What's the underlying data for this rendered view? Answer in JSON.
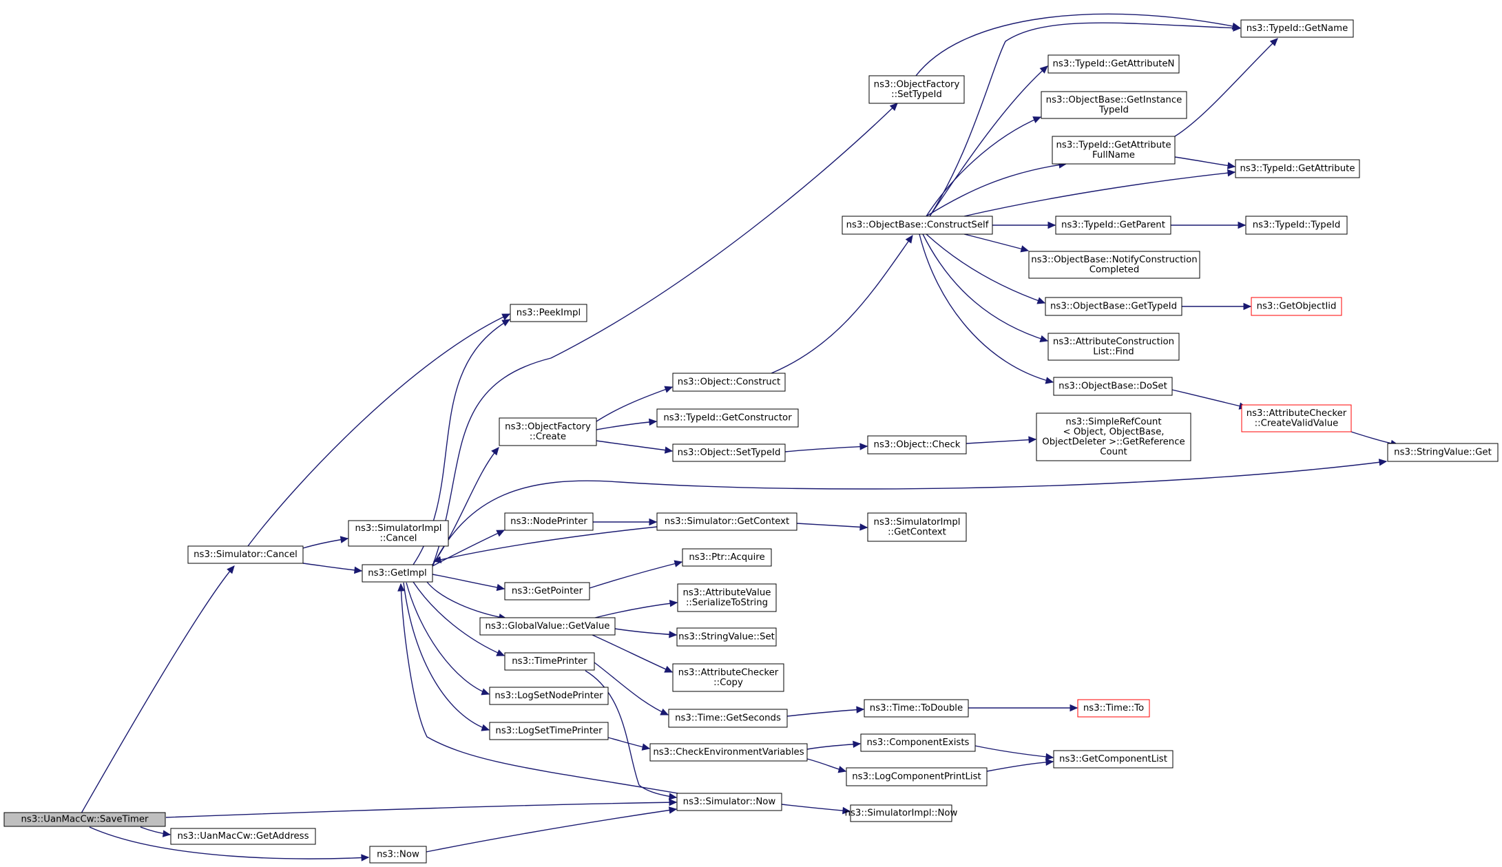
{
  "colors": {
    "edge": "#191970",
    "root_fill": "#bfbfbf",
    "missing_border": "#ff0000"
  },
  "nodes": {
    "save_timer": [
      "ns3::UanMacCw::SaveTimer"
    ],
    "get_address": [
      "ns3::UanMacCw::GetAddress"
    ],
    "ns3_now": [
      "ns3::Now"
    ],
    "sim_cancel": [
      "ns3::Simulator::Cancel"
    ],
    "sim_now": [
      "ns3::Simulator::Now"
    ],
    "simimpl_now": [
      "ns3::SimulatorImpl::Now"
    ],
    "peek_impl": [
      "ns3::PeekImpl"
    ],
    "simimpl_cancel": [
      "ns3::SimulatorImpl",
      "::Cancel"
    ],
    "get_impl": [
      "ns3::GetImpl"
    ],
    "objfactory_settypeid": [
      "ns3::ObjectFactory",
      "::SetTypeId"
    ],
    "typeid_getname": [
      "ns3::TypeId::GetName"
    ],
    "objfactory_create": [
      "ns3::ObjectFactory",
      "::Create"
    ],
    "object_construct": [
      "ns3::Object::Construct"
    ],
    "typeid_getconstructor": [
      "ns3::TypeId::GetConstructor"
    ],
    "object_settypeid": [
      "ns3::Object::SetTypeId"
    ],
    "object_check": [
      "ns3::Object::Check"
    ],
    "simplerefcount": [
      "ns3::SimpleRefCount",
      "< Object, ObjectBase,",
      "ObjectDeleter >::GetReference",
      "Count"
    ],
    "stringvalue_get": [
      "ns3::StringValue::Get"
    ],
    "nodeprinter": [
      "ns3::NodePrinter"
    ],
    "sim_getcontext": [
      "ns3::Simulator::GetContext"
    ],
    "simimpl_getcontext": [
      "ns3::SimulatorImpl",
      "::GetContext"
    ],
    "getpointer": [
      "ns3::GetPointer"
    ],
    "ptr_acquire": [
      "ns3::Ptr::Acquire"
    ],
    "globalvalue_getvalue": [
      "ns3::GlobalValue::GetValue"
    ],
    "attrvalue_serialize": [
      "ns3::AttributeValue",
      "::SerializeToString"
    ],
    "stringvalue_set": [
      "ns3::StringValue::Set"
    ],
    "attrchecker_copy": [
      "ns3::AttributeChecker",
      "::Copy"
    ],
    "timeprinter": [
      "ns3::TimePrinter"
    ],
    "time_getseconds": [
      "ns3::Time::GetSeconds"
    ],
    "time_todouble": [
      "ns3::Time::ToDouble"
    ],
    "time_to": [
      "ns3::Time::To"
    ],
    "logsetnodeprinter": [
      "ns3::LogSetNodePrinter"
    ],
    "logsettimeprinter": [
      "ns3::LogSetTimePrinter"
    ],
    "checkenv": [
      "ns3::CheckEnvironmentVariables"
    ],
    "componentexists": [
      "ns3::ComponentExists"
    ],
    "logcomponentprintlist": [
      "ns3::LogComponentPrintList"
    ],
    "getcomponentlist": [
      "ns3::GetComponentList"
    ],
    "ob_constructself": [
      "ns3::ObjectBase::ConstructSelf"
    ],
    "typeid_getattributen": [
      "ns3::TypeId::GetAttributeN"
    ],
    "ob_getinstancetypeid": [
      "ns3::ObjectBase::GetInstance",
      "TypeId"
    ],
    "typeid_getattributefullname": [
      "ns3::TypeId::GetAttribute",
      "FullName"
    ],
    "typeid_getattribute": [
      "ns3::TypeId::GetAttribute"
    ],
    "typeid_getparent": [
      "ns3::TypeId::GetParent"
    ],
    "typeid_typeid": [
      "ns3::TypeId::TypeId"
    ],
    "ob_notifyconstruction": [
      "ns3::ObjectBase::NotifyConstruction",
      "Completed"
    ],
    "ob_gettypeid": [
      "ns3::ObjectBase::GetTypeId"
    ],
    "getobjectiid": [
      "ns3::GetObjectIid"
    ],
    "attrconstructionlist_find": [
      "ns3::AttributeConstruction",
      "List::Find"
    ],
    "ob_doset": [
      "ns3::ObjectBase::DoSet"
    ],
    "attrchecker_createvalid": [
      "ns3::AttributeChecker",
      "::CreateValidValue"
    ]
  }
}
